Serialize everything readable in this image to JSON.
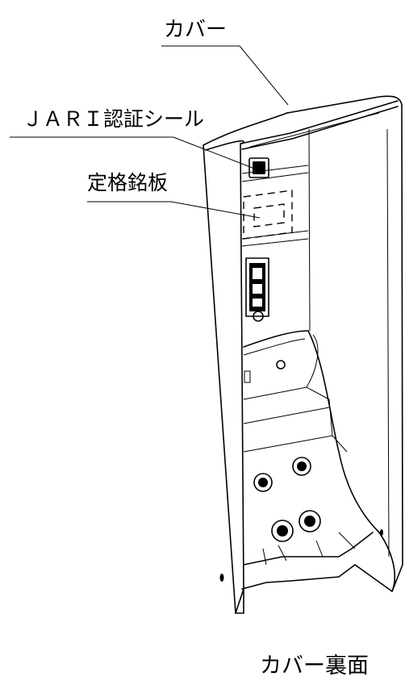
{
  "callouts": {
    "cover": "カバー",
    "jari_seal": "ＪＡＲＩ認証シール",
    "rating_plate": "定格銘板"
  },
  "caption": "カバー裏面"
}
